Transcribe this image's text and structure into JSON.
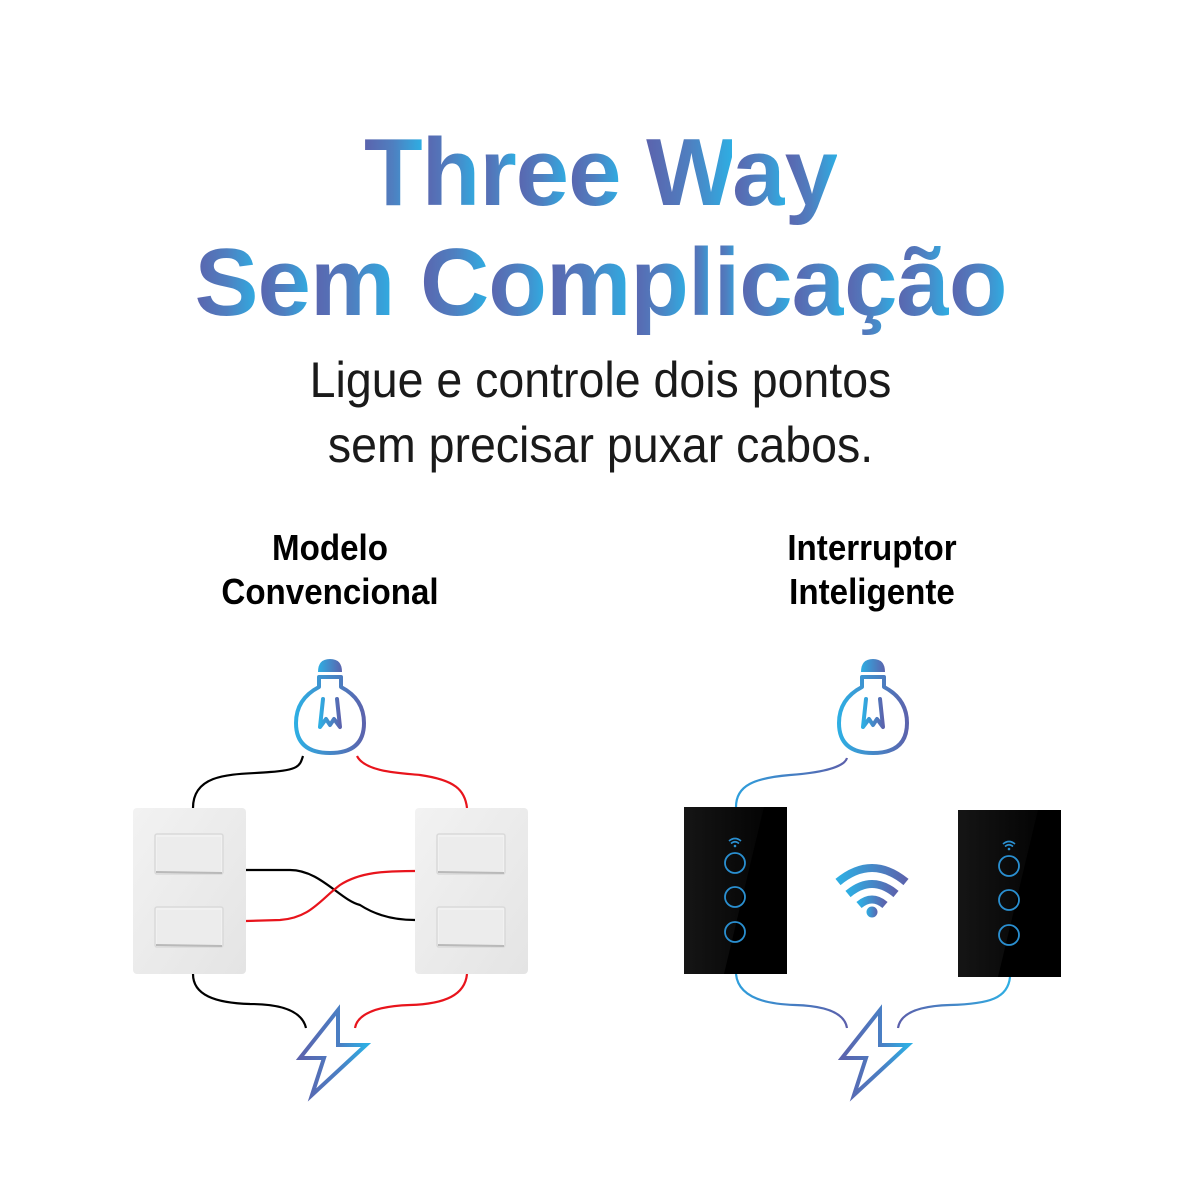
{
  "header": {
    "title_line_1": "Three Way",
    "title_line_2": "Sem Complicação",
    "subtitle_line_1": "Ligue e controle dois pontos",
    "subtitle_line_2": "sem precisar puxar cabos."
  },
  "columns": {
    "left": {
      "label_line_1": "Modelo",
      "label_line_2": "Convencional",
      "icons": [
        "light-bulb-icon",
        "conventional-switch-plate",
        "conventional-switch-plate",
        "lightning-bolt-icon"
      ],
      "wire_colors": {
        "line_a": "#000000",
        "line_b": "#e8141c"
      }
    },
    "right": {
      "label_line_1": "Interruptor",
      "label_line_2": "Inteligente",
      "icons": [
        "light-bulb-icon",
        "smart-touch-switch",
        "wifi-icon",
        "smart-touch-switch",
        "lightning-bolt-icon"
      ],
      "touch_buttons_per_switch": 3
    }
  },
  "colors": {
    "gradient_start": "#5b63ad",
    "gradient_end": "#2eaee3",
    "text": "#1a1a1a",
    "wire_black": "#000000",
    "wire_red": "#e8141c",
    "switch_plate": "#ececec",
    "smart_panel": "#050505",
    "touch_ring": "#2a8fd0"
  }
}
